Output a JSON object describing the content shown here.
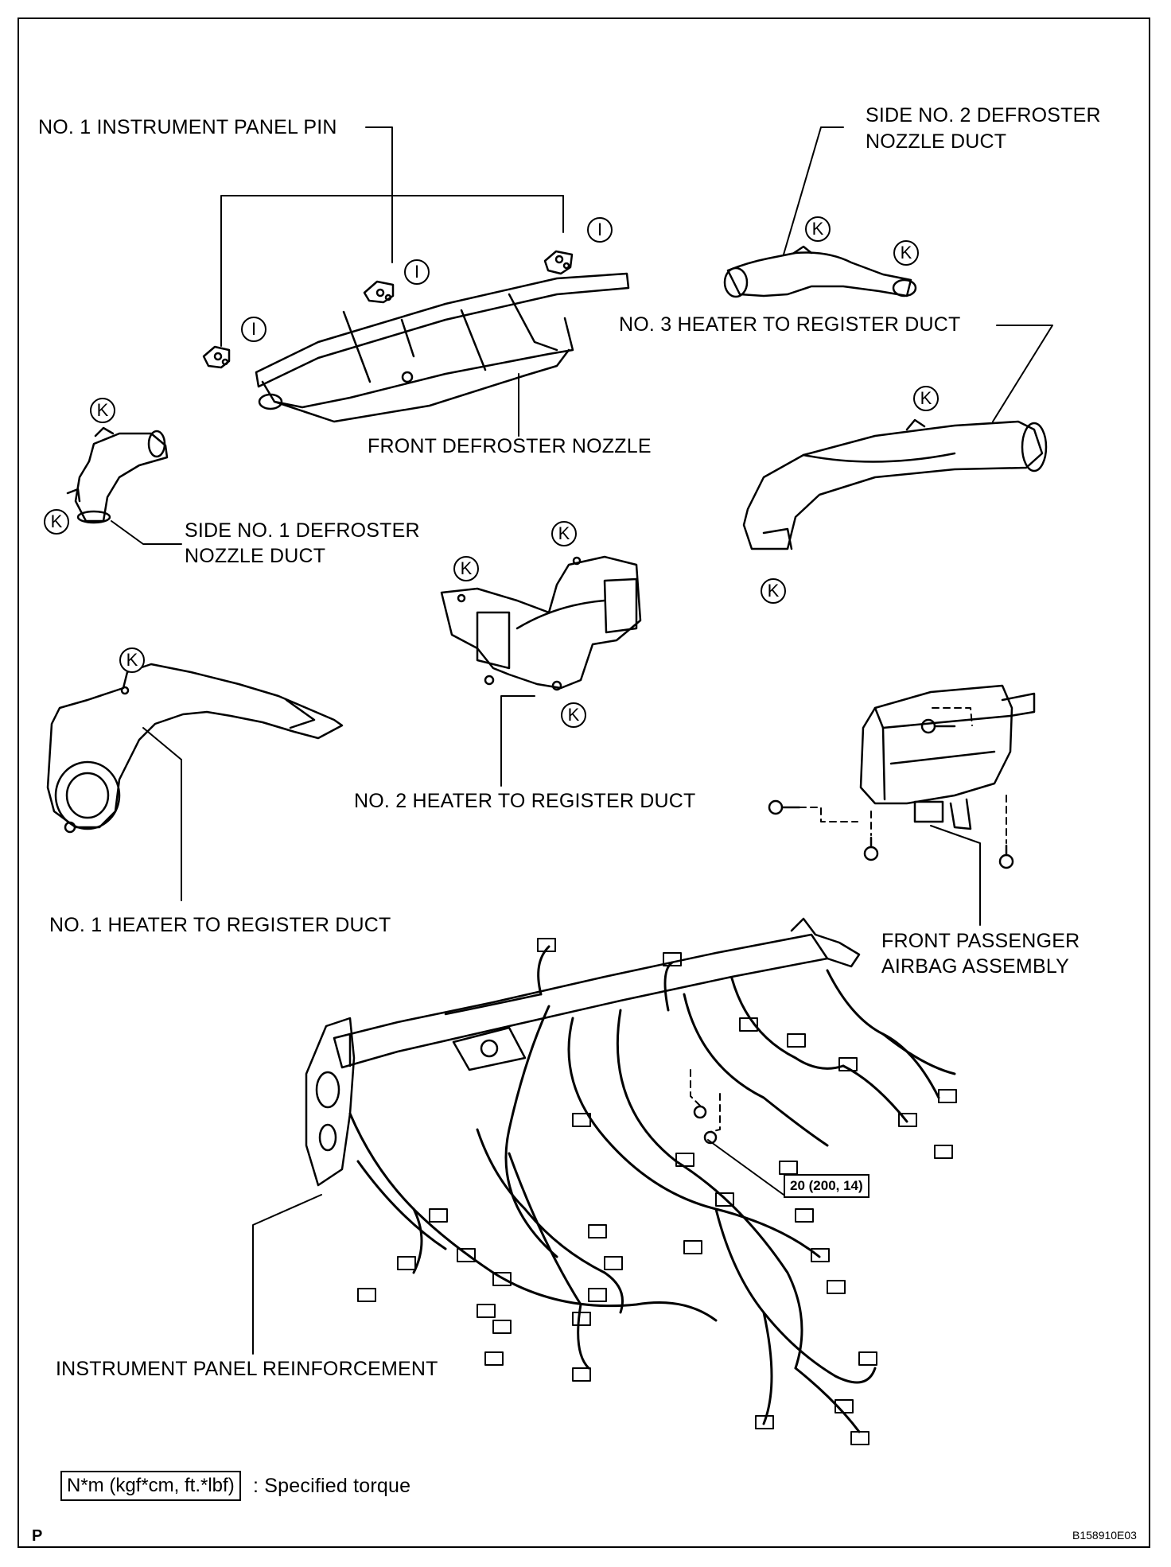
{
  "labels": {
    "panel_pin": "NO. 1 INSTRUMENT PANEL PIN",
    "side2_line1": "SIDE NO. 2 DEFROSTER",
    "side2_line2": "NOZZLE DUCT",
    "no3_heater": "NO. 3 HEATER TO REGISTER DUCT",
    "front_defroster": "FRONT DEFROSTER NOZZLE",
    "side1_line1": "SIDE NO. 1 DEFROSTER",
    "side1_line2": "NOZZLE DUCT",
    "no2_heater": "NO. 2 HEATER TO REGISTER DUCT",
    "no1_heater": "NO. 1 HEATER TO REGISTER DUCT",
    "airbag_line1": "FRONT PASSENGER",
    "airbag_line2": "AIRBAG ASSEMBLY",
    "reinforcement": "INSTRUMENT PANEL REINFORCEMENT"
  },
  "markers": {
    "i": "I",
    "k": "K"
  },
  "torque_value": "20 (200, 14)",
  "legend": {
    "box": "N*m (kgf*cm, ft.*lbf)",
    "text": ": Specified torque"
  },
  "page_letter": "P",
  "figure_code": "B158910E03"
}
